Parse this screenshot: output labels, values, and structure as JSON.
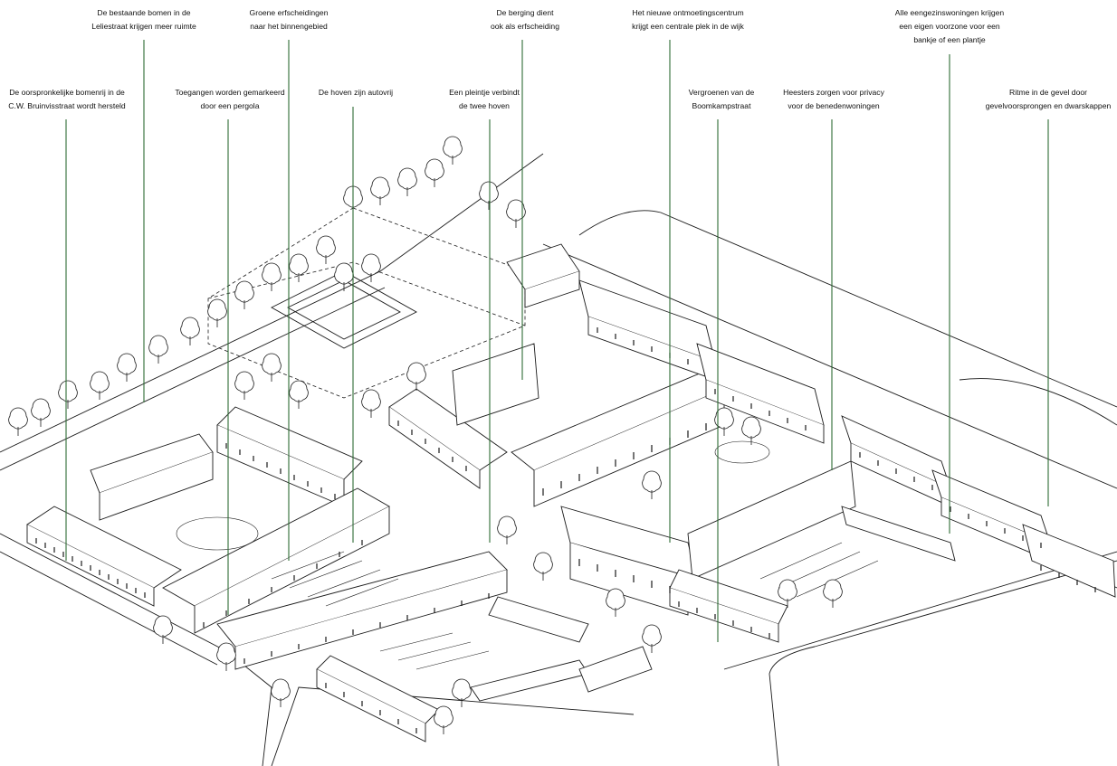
{
  "annotations": [
    {
      "id": "bestaande-bomen",
      "lines": [
        "De bestaande bomen in de",
        "Leliestraat krijgen meer ruimte"
      ]
    },
    {
      "id": "groene-erfscheidingen",
      "lines": [
        "Groene erfscheidingen",
        "naar het binnengebied"
      ]
    },
    {
      "id": "berging",
      "lines": [
        "De berging dient",
        "ook als erfscheiding"
      ]
    },
    {
      "id": "ontmoetingscentrum",
      "lines": [
        "Het nieuwe ontmoetingscentrum",
        "krijgt een centrale plek in de wijk"
      ]
    },
    {
      "id": "eengezinswoningen",
      "lines": [
        "Alle eengezinswoningen krijgen",
        "een eigen voorzone voor een",
        "bankje of een plantje"
      ]
    },
    {
      "id": "bomenrij",
      "lines": [
        "De oorspronkelijke bomenrij in de",
        "C.W. Bruinvisstraat wordt hersteld"
      ]
    },
    {
      "id": "toegangen",
      "lines": [
        "Toegangen worden gemarkeerd",
        "door een pergola"
      ]
    },
    {
      "id": "hoven-autovrij",
      "lines": [
        "De hoven zijn autovrij"
      ]
    },
    {
      "id": "pleintje",
      "lines": [
        "Een pleintje verbindt",
        "de twee hoven"
      ]
    },
    {
      "id": "vergroenen",
      "lines": [
        "Vergroenen van de",
        "Boomkampstraat"
      ]
    },
    {
      "id": "heesters",
      "lines": [
        "Heesters zorgen voor privacy",
        "voor de benedenwoningen"
      ]
    },
    {
      "id": "ritme-gevel",
      "lines": [
        "Ritme in de gevel door",
        "gevelvoorsprongen en dwarskappen"
      ]
    }
  ],
  "colors": {
    "leader_line": "#2e6b34",
    "ink": "#1a1a1a",
    "background": "#ffffff"
  }
}
